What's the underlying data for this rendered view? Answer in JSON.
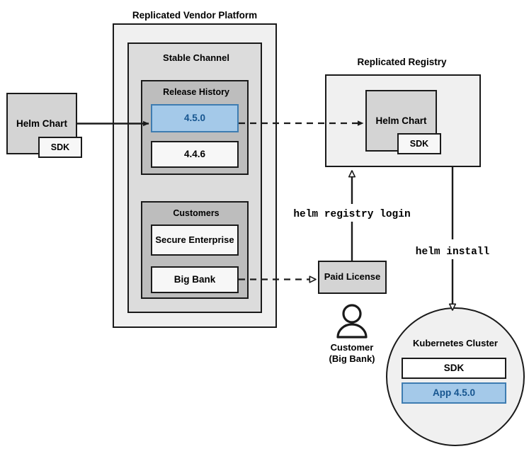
{
  "diagram": {
    "title_vendor_platform": "Replicated Vendor Platform",
    "title_registry": "Replicated Registry",
    "stable_channel": "Stable Channel",
    "release_history": "Release History",
    "customers": "Customers",
    "kubernetes_cluster": "Kubernetes Cluster"
  },
  "boxes": {
    "source_helm_chart": "Helm Chart",
    "source_sdk": "SDK",
    "release_current": "4.5.0",
    "release_previous": "4.4.6",
    "customer_secure_enterprise": "Secure\nEnterprise",
    "customer_big_bank": "Big Bank",
    "paid_license": "Paid\nLicense",
    "registry_helm_chart": "Helm Chart",
    "registry_sdk": "SDK",
    "cluster_sdk": "SDK",
    "cluster_app": "App 4.5.0"
  },
  "labels": {
    "customer_persona": "Customer\n(Big Bank)"
  },
  "commands": {
    "registry_login": "helm registry login",
    "install": "helm install"
  },
  "colors": {
    "accent_blue_fill": "#a4c9e9",
    "accent_blue_border": "#3e7cb1",
    "accent_blue_text": "#16558f",
    "outer_panel": "#f0f0f0",
    "channel_panel": "#dcdcdc",
    "inner_panel": "#bdbdbd",
    "chart_fill": "#d4d4d4",
    "white_fill": "#f7f7f7",
    "stroke": "#1a1a1a"
  }
}
